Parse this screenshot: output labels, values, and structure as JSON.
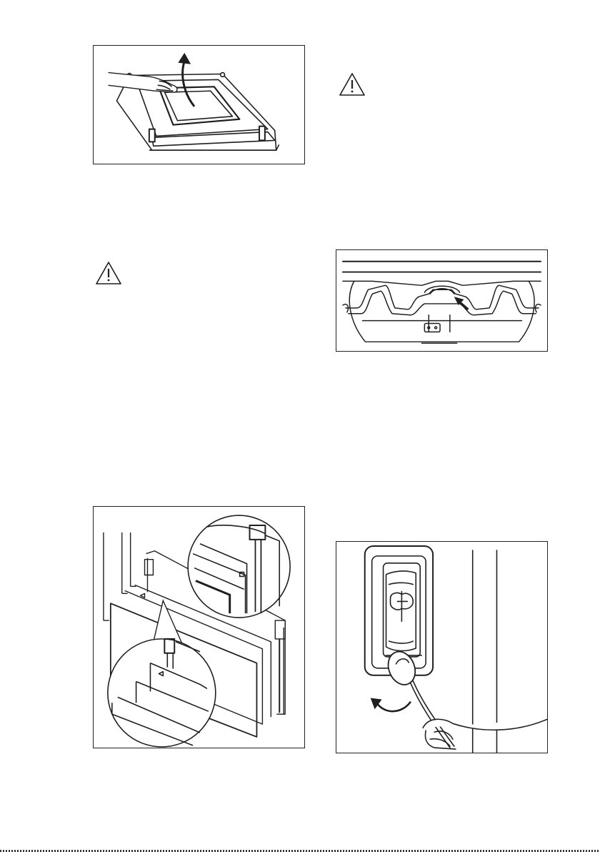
{
  "page": {
    "background": "#ffffff",
    "line_color": "#1f1f1f"
  },
  "figures": [
    {
      "name": "door-panel-removal-figure",
      "icon": "hand-lifting-door-glass"
    },
    {
      "name": "oven-lamp-grill-figure",
      "icon": "grill-heating-element-with-arrow"
    },
    {
      "name": "door-glass-panels-figure",
      "icon": "exploded-glass-panels-with-magnifiers"
    },
    {
      "name": "lamp-cover-removal-figure",
      "icon": "spoon-removing-lamp-cover"
    }
  ],
  "warnings": [
    {
      "name": "warning-icon-left",
      "icon": "warning-triangle-icon"
    },
    {
      "name": "warning-icon-right",
      "icon": "warning-triangle-icon"
    }
  ]
}
